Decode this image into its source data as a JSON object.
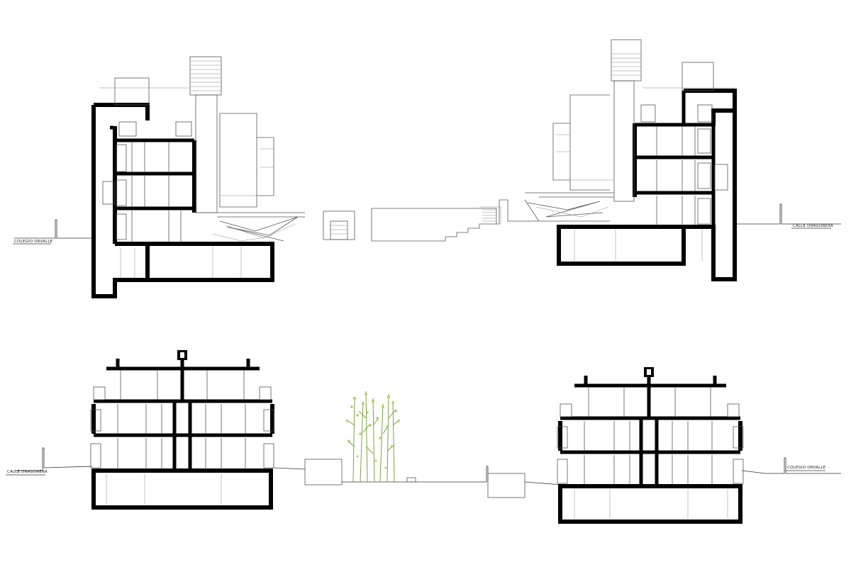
{
  "labels": {
    "top_left_street": "COLEGIO ORVALLE",
    "top_right_street": "CALLE DRAGONERA",
    "bottom_left_street": "CALLE DRAGONERA",
    "bottom_right_street": "COLEGIO ORVALLE"
  },
  "colors": {
    "wall": "#000000",
    "line": "#555555",
    "vegetation": "#a9cf5a"
  }
}
